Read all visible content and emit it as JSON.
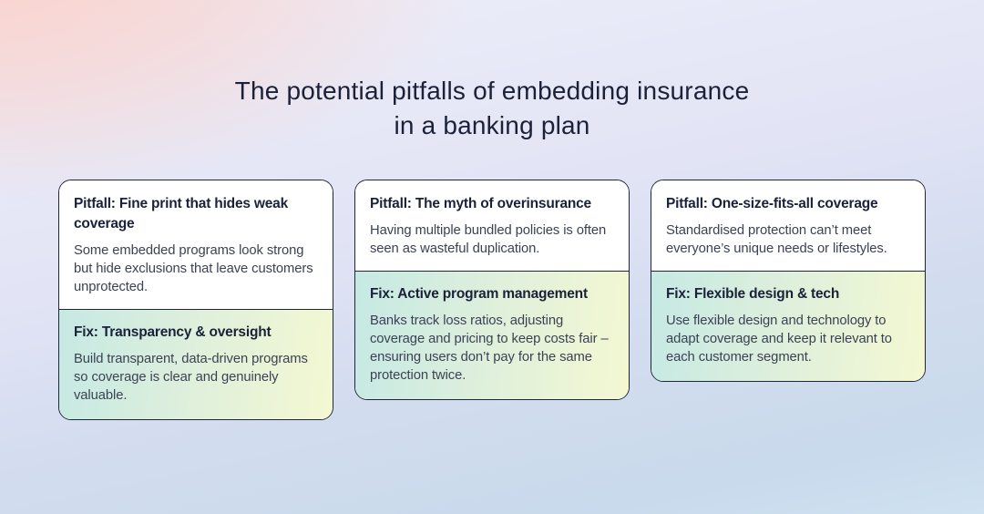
{
  "page": {
    "title_line1": "The potential pitfalls of embedding insurance",
    "title_line2": "in a banking plan"
  },
  "colors": {
    "title_text": "#1a2138",
    "card_border": "#20263a",
    "card_background": "#ffffff",
    "body_text": "#3c4254",
    "fix_gradient_start": "#c5e9e4",
    "fix_gradient_end": "#f4f8d2",
    "background_pink": "#fbd0c9",
    "background_lavender": "#e2e4f5",
    "background_blue": "#c8daeb"
  },
  "cards": [
    {
      "pitfall_title": "Pitfall: Fine print that hides weak coverage",
      "pitfall_body": "Some embedded programs look strong but hide exclusions that leave customers unprotected.",
      "fix_title": "Fix: Transparency & oversight",
      "fix_body": "Build transparent, data-driven programs so coverage is clear and genuinely valuable."
    },
    {
      "pitfall_title": "Pitfall: The myth of overinsurance",
      "pitfall_body": "Having multiple bundled policies is often seen as wasteful duplication.",
      "fix_title": "Fix: Active program management",
      "fix_body": "Banks track loss ratios, adjusting coverage and pricing to keep costs fair – ensuring users don’t pay for the same protection twice."
    },
    {
      "pitfall_title": "Pitfall: One-size-fits-all coverage",
      "pitfall_body": "Standardised protection can’t meet everyone’s unique needs or lifestyles.",
      "fix_title": "Fix: Flexible design & tech",
      "fix_body": "Use flexible design and technology to adapt coverage and keep it relevant to each customer segment."
    }
  ]
}
